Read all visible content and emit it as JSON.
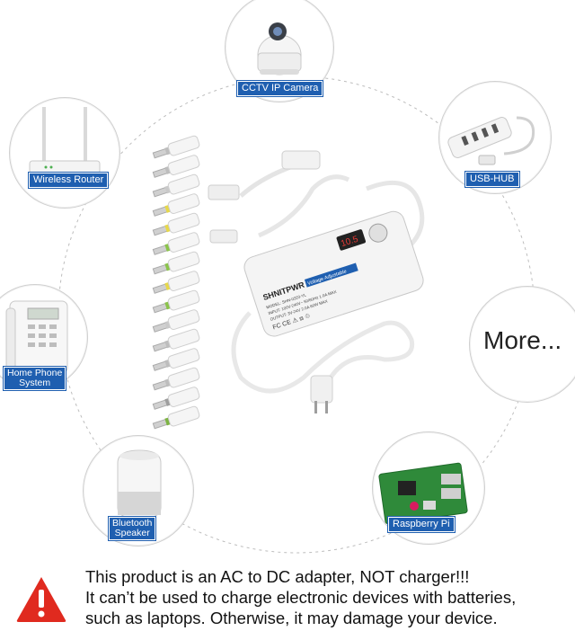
{
  "devices": [
    {
      "key": "cctv",
      "label": "CCTV IP Camera"
    },
    {
      "key": "router",
      "label": "Wireless Router"
    },
    {
      "key": "usbhub",
      "label": "USB-HUB"
    },
    {
      "key": "phone",
      "label_line1": "Home Phone",
      "label_line2": "System"
    },
    {
      "key": "more",
      "label": "More..."
    },
    {
      "key": "speaker",
      "label_line1": "Bluetooth",
      "label_line2": "Speaker"
    },
    {
      "key": "raspberry",
      "label": "Raspberry Pi"
    }
  ],
  "adapter": {
    "brand": "SHNITPWR",
    "badge": "Voltage Adjustable",
    "display": "10.5",
    "spec_lines": [
      "MODEL: SHN-0320-YL",
      "INPUT: 100V-240V~ 50/60Hz 1.0A MAX",
      "OUTPUT: 3V-24V 2.0A 60W MAX"
    ],
    "cert_marks": "FC CE ⚠ ⧈ ♲"
  },
  "tip_count": 15,
  "warning": {
    "line1": "This product is an AC to DC adapter, NOT charger!!!",
    "line2": "It can’t be used to charge electronic devices with batteries,",
    "line3": "such as laptops. Otherwise, it may damage your device."
  },
  "colors": {
    "label_bg": "#1f5fb0",
    "warning_red": "#e02a1f",
    "adapter_body": "#f4f4f4"
  }
}
